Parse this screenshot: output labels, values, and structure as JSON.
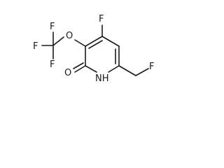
{
  "molecule": {
    "atoms": {
      "f_ring": "F",
      "f_cf3_top": "F",
      "f_cf3_left": "F",
      "f_cf3_bottom": "F",
      "o_ether": "O",
      "o_carbonyl": "O",
      "n_ring": "NH",
      "f_methyl": "F"
    }
  }
}
